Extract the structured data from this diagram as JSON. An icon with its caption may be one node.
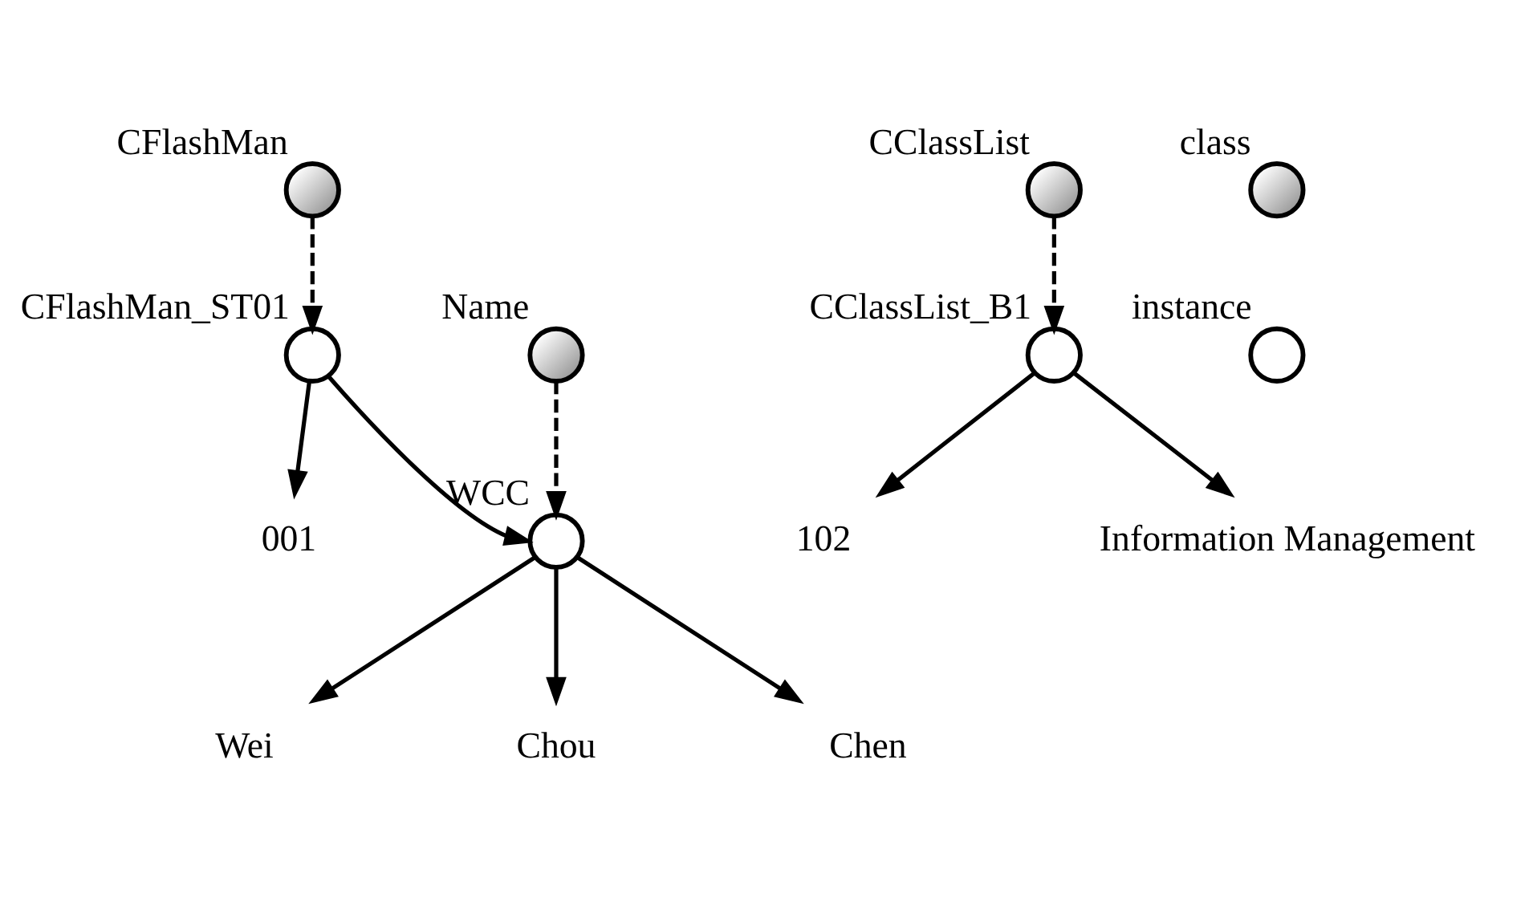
{
  "diagram": {
    "nodes": [
      {
        "text": [
          "CFlashMan"
        ]
      },
      {
        "text": [
          "CClassList"
        ]
      },
      {
        "text": [
          "CFlashMan_ST01"
        ]
      },
      {
        "text": [
          "Name"
        ]
      },
      {
        "text": [
          "CClassList_B1"
        ]
      },
      {
        "text": [
          "001"
        ]
      },
      {
        "text": [
          "WCC"
        ]
      },
      {
        "text": [
          "102"
        ]
      },
      {
        "text": [
          "Information Management"
        ]
      },
      {
        "text": [
          "Wei"
        ]
      },
      {
        "text": [
          "Chou"
        ]
      },
      {
        "text": [
          "Chen"
        ]
      },
      {
        "text": [
          "class"
        ]
      },
      {
        "text": [
          "instance"
        ]
      }
    ],
    "edges": [
      {
        "from": 0,
        "to": 2,
        "arrow": "to",
        "style": "dashed"
      },
      {
        "from": 1,
        "to": 4,
        "arrow": "to",
        "style": "dashed"
      },
      {
        "from": 3,
        "to": 6,
        "arrow": "to",
        "style": "dashed"
      },
      {
        "from": 2,
        "to": 5,
        "arrow": "to"
      },
      {
        "from": 2,
        "to": 6,
        "arrow": "to"
      },
      {
        "from": 4,
        "to": 7,
        "arrow": "to"
      },
      {
        "from": 4,
        "to": 8,
        "arrow": "to"
      },
      {
        "from": 6,
        "to": 9,
        "arrow": "to"
      },
      {
        "from": 6,
        "to": 10,
        "arrow": "to"
      },
      {
        "from": 6,
        "to": 11,
        "arrow": "to"
      }
    ]
  }
}
